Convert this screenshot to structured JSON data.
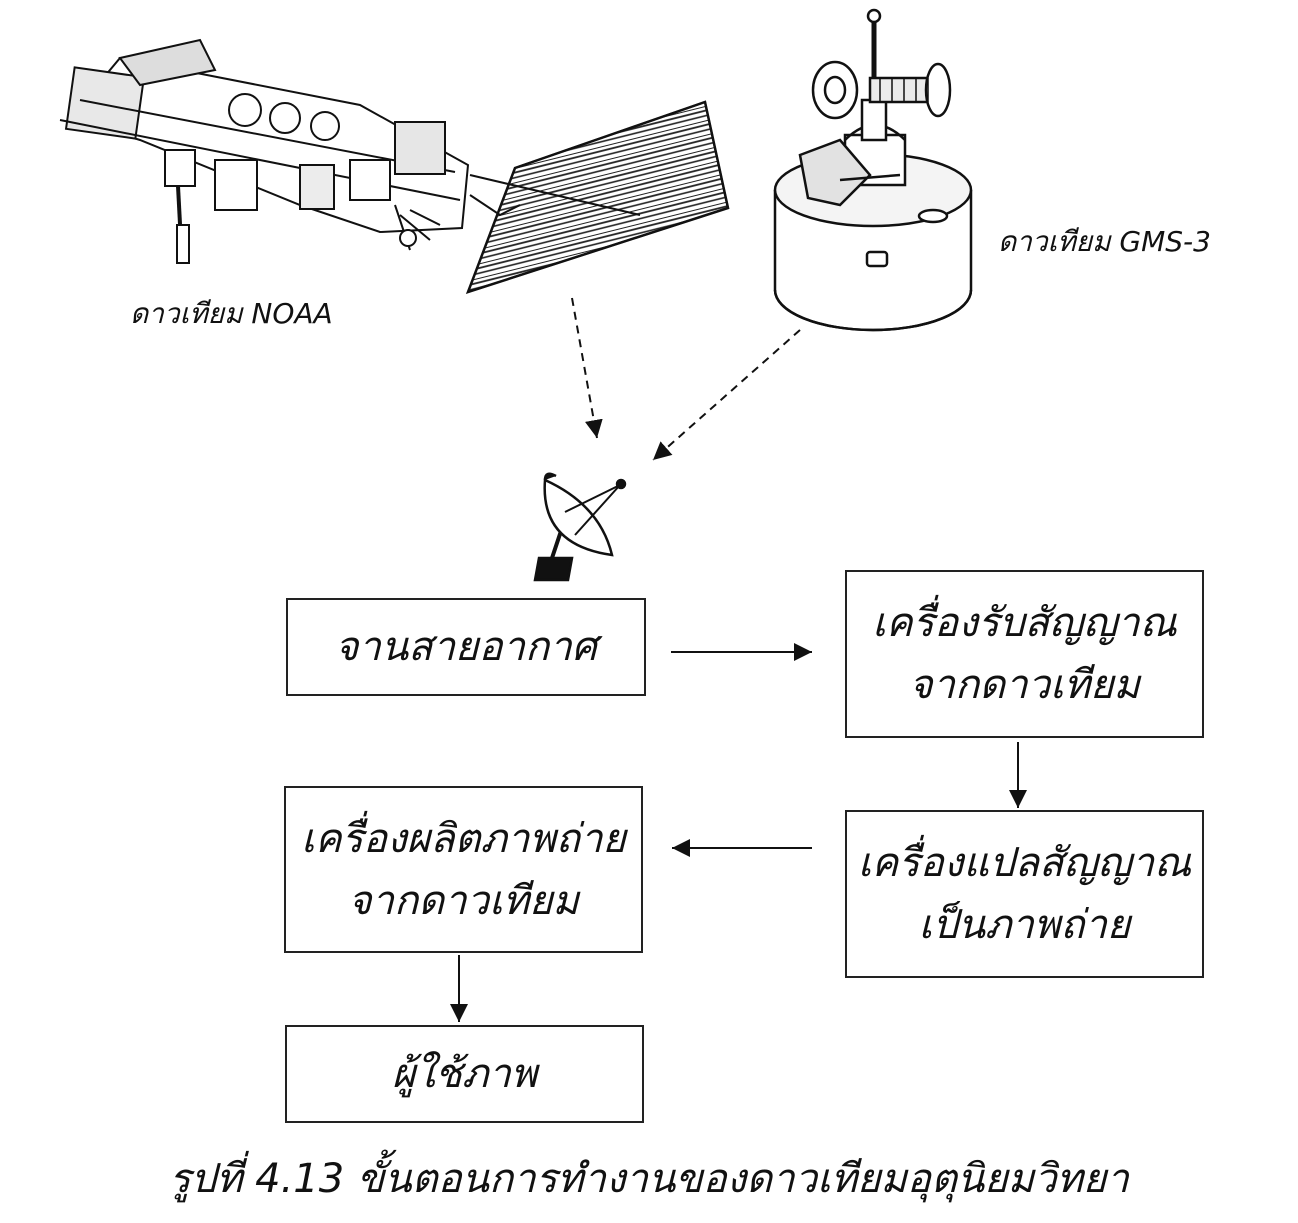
{
  "satellites": {
    "noaa_label": "ดาวเทียม NOAA",
    "gms_label": "ดาวเทียม GMS-3"
  },
  "boxes": {
    "antenna": [
      "จานสายอากาศ"
    ],
    "receiver": [
      "เครื่องรับสัญญาณ",
      "จากดาวเทียม"
    ],
    "converter": [
      "เครื่องแปลสัญญาณ",
      "เป็นภาพถ่าย"
    ],
    "producer": [
      "เครื่องผลิตภาพถ่าย",
      "จากดาวเทียม"
    ],
    "user": [
      "ผู้ใช้ภาพ"
    ]
  },
  "caption": "รูปที่ 4.13 ขั้นตอนการทำงานของดาวเทียมอุตุนิยมวิทยา"
}
